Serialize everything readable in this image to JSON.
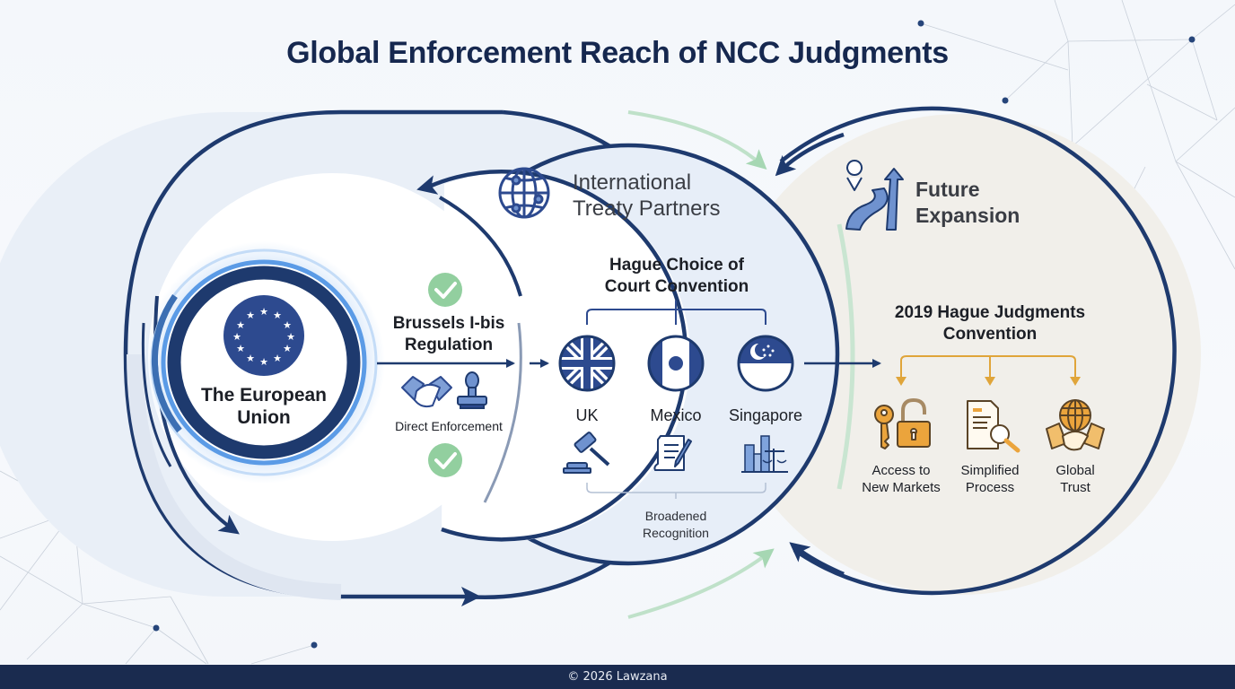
{
  "title": "Global Enforcement Reach of NCC Judgments",
  "eu": {
    "label_line1": "The European",
    "label_line2": "Union",
    "icon": "eu-flag-icon"
  },
  "brussels": {
    "title_line1": "Brussels I-bis",
    "title_line2": "Regulation",
    "caption": "Direct Enforcement",
    "icons": [
      "check-icon",
      "handshake-icon",
      "stamp-icon",
      "check-icon"
    ]
  },
  "treaty": {
    "heading_line1": "International",
    "heading_line2": "Treaty Partners",
    "icon": "globe-network-icon",
    "convention_line1": "Hague Choice of",
    "convention_line2": "Court Convention",
    "countries": [
      {
        "name": "UK",
        "flag": "uk-flag-icon",
        "icon": "gavel-icon"
      },
      {
        "name": "Mexico",
        "flag": "mexico-flag-icon",
        "icon": "document-pen-icon"
      },
      {
        "name": "Singapore",
        "flag": "singapore-flag-icon",
        "icon": "city-scales-icon"
      }
    ],
    "footnote_line1": "Broadened",
    "footnote_line2": "Recognition"
  },
  "future": {
    "heading_line1": "Future",
    "heading_line2": "Expansion",
    "icon": "road-map-pin-icon",
    "convention_line1": "2019 Hague Judgments",
    "convention_line2": "Convention",
    "benefits": [
      {
        "line1": "Access to",
        "line2": "New Markets",
        "icon": "key-padlock-icon"
      },
      {
        "line1": "Simplified",
        "line2": "Process",
        "icon": "document-search-icon"
      },
      {
        "line1": "Global",
        "line2": "Trust",
        "icon": "globe-handshake-icon"
      }
    ]
  },
  "colors": {
    "navy": "#1e3a6e",
    "title": "#16284f",
    "accent_blue": "#4a8fe0",
    "green_check": "#8fcc9f",
    "gold": "#e0a53a",
    "future_bg": "#f2f0ec",
    "treaty_bg": "#e8eef7"
  },
  "footer": "© 2026 Lawzana"
}
